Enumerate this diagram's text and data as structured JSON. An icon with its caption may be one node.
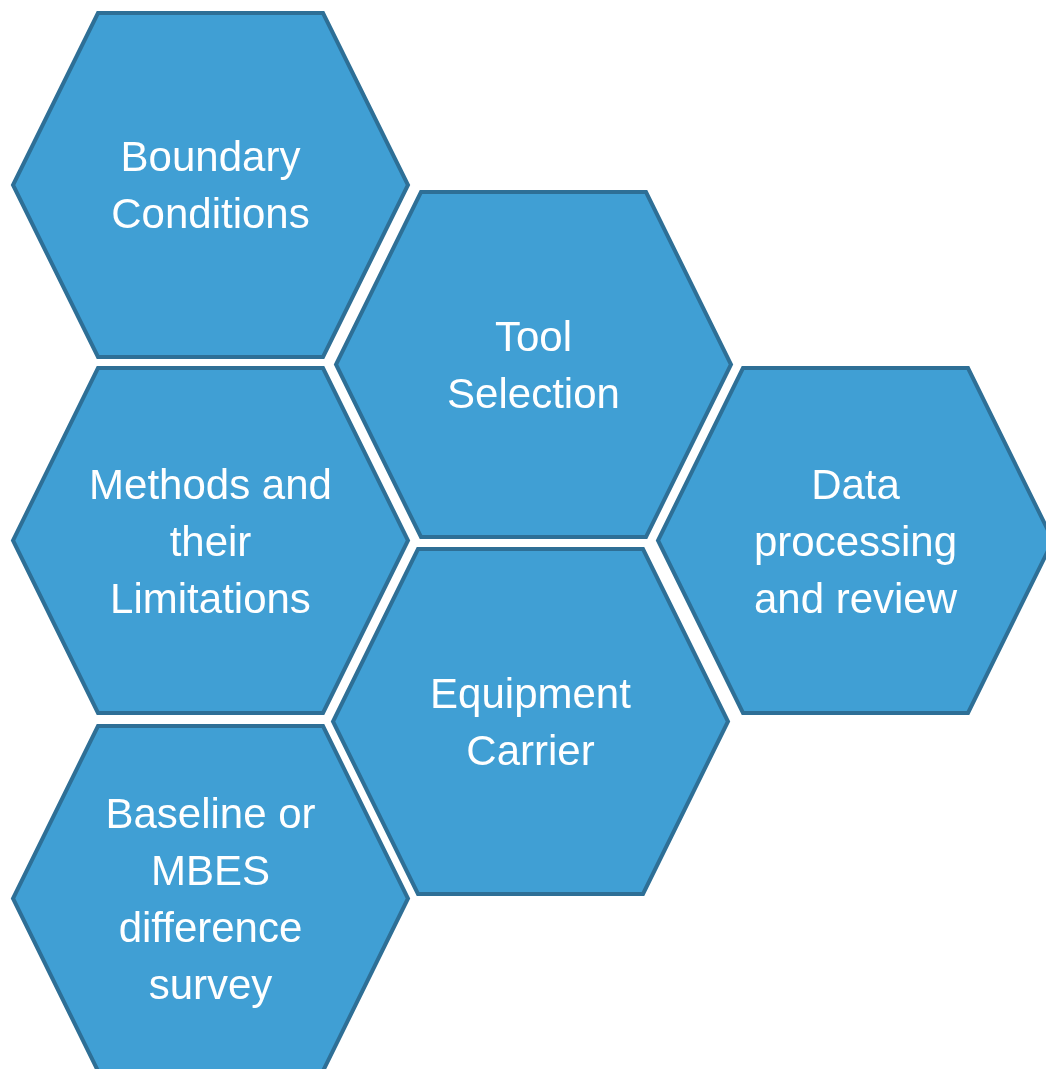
{
  "diagram": {
    "nodes": [
      {
        "text": [
          "Boundary Conditions"
        ]
      },
      {
        "text": [
          "Tool Selection"
        ]
      },
      {
        "text": [
          "Methods and their Limitations"
        ]
      },
      {
        "text": [
          "Data processing and review"
        ]
      },
      {
        "text": [
          "Equipment Carrier"
        ]
      },
      {
        "text": [
          "Baseline or MBES difference survey"
        ]
      }
    ],
    "edges": []
  }
}
